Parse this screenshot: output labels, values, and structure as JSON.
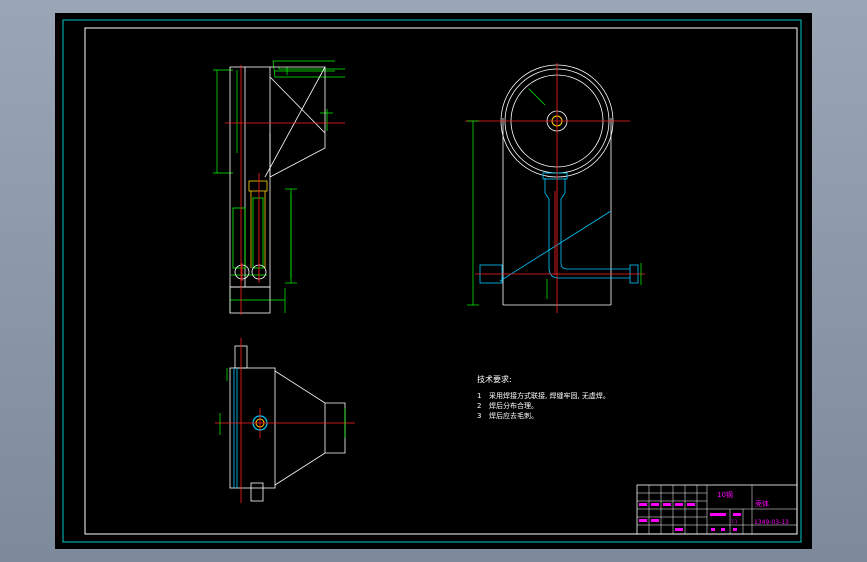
{
  "drawing": {
    "tech_req_title": "技术要求:",
    "tech_req_items": [
      {
        "num": "1",
        "text": "采用焊接方式联接, 焊缝牢固, 无虚焊。"
      },
      {
        "num": "2",
        "text": "焊后分布合理。"
      },
      {
        "num": "3",
        "text": "焊后应去毛刺。"
      }
    ],
    "title_block": {
      "material": "10钢",
      "part_name": "壳体",
      "drawing_no": "1349-03-13",
      "scale": "1:1"
    }
  },
  "colors": {
    "frame": "#00c8c8",
    "outline": "#ffffff",
    "dimension": "#00ff00",
    "centerline": "#ff2020",
    "hatch": "#00c8ff",
    "title_text": "#ff00ff",
    "pipe": "#ffd200"
  }
}
